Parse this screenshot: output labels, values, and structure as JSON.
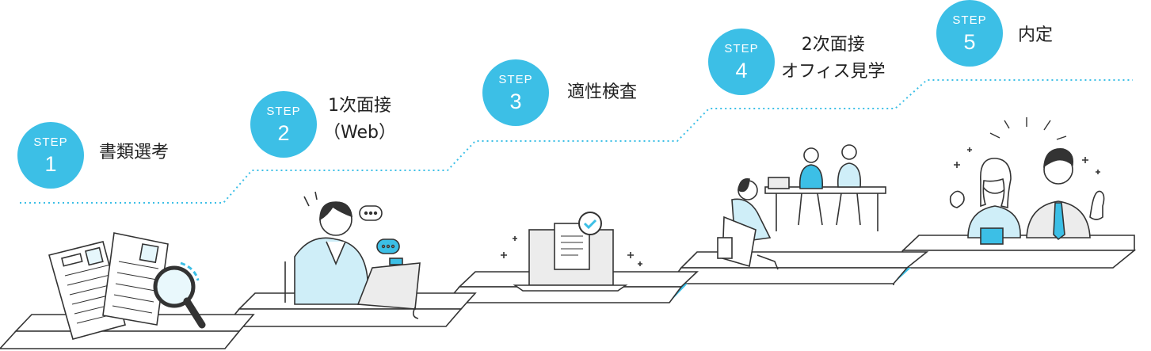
{
  "steps": [
    {
      "step_label": "STEP",
      "number": "1",
      "title_lines": [
        "書類選考"
      ]
    },
    {
      "step_label": "STEP",
      "number": "2",
      "title_lines": [
        "1次面接",
        "（Web）"
      ]
    },
    {
      "step_label": "STEP",
      "number": "3",
      "title_lines": [
        "適性検査"
      ]
    },
    {
      "step_label": "STEP",
      "number": "4",
      "title_lines": [
        "2次面接",
        "オフィス見学"
      ]
    },
    {
      "step_label": "STEP",
      "number": "5",
      "title_lines": [
        "内定"
      ]
    }
  ],
  "colors": {
    "accent": "#3cbfe6",
    "line": "#333333",
    "dot": "#3cbfe6",
    "screen": "#ececec"
  }
}
